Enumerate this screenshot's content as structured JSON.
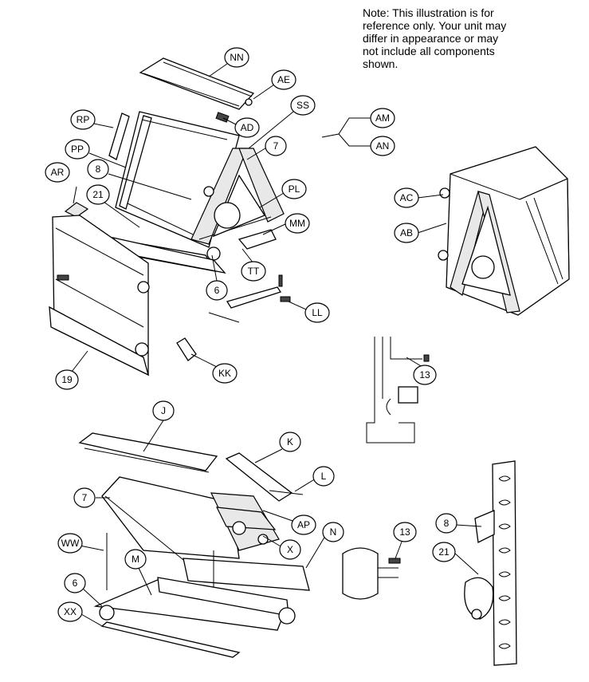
{
  "note": {
    "lines": [
      "Note: This illustration is for",
      "reference only. Your unit may",
      "differ in appearance or may",
      "not include all components",
      "shown."
    ]
  },
  "callouts": {
    "nn": "NN",
    "ae": "AE",
    "ss": "SS",
    "am": "AM",
    "an": "AN",
    "rp": "RP",
    "ad": "AD",
    "pp": "PP",
    "c7a": "7",
    "c8a": "8",
    "ar": "AR",
    "c21a": "21",
    "pl": "PL",
    "mm": "MM",
    "ac": "AC",
    "ab": "AB",
    "c6a": "6",
    "tt": "TT",
    "ll": "LL",
    "kk": "KK",
    "c19": "19",
    "c13a": "13",
    "j": "J",
    "k": "K",
    "l": "L",
    "c7b": "7",
    "ap": "AP",
    "ww": "WW",
    "m": "M",
    "x": "X",
    "n": "N",
    "c13b": "13",
    "c8b": "8",
    "c21b": "21",
    "c6b": "6",
    "xx": "XX"
  }
}
